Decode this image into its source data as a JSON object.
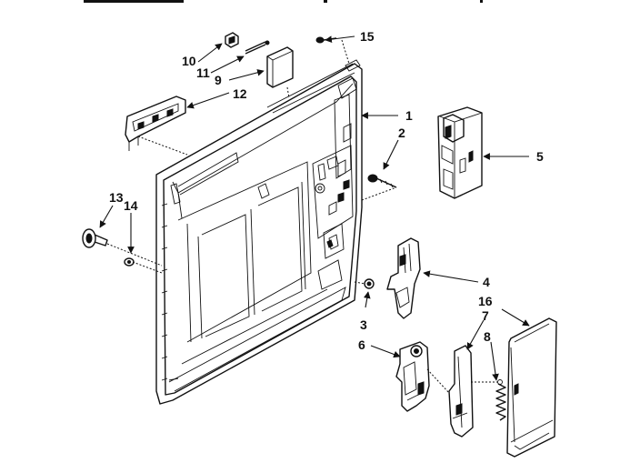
{
  "callouts": {
    "p1": "1",
    "p2": "2",
    "p3": "3",
    "p4": "4",
    "p5": "5",
    "p6": "6",
    "p7": "7",
    "p8": "8",
    "p9": "9",
    "p10": "10",
    "p11": "11",
    "p12": "12",
    "p13": "13",
    "p14": "14",
    "p15": "15",
    "p16": "16"
  },
  "colors": {
    "ink": "#111111",
    "paper": "#ffffff"
  }
}
